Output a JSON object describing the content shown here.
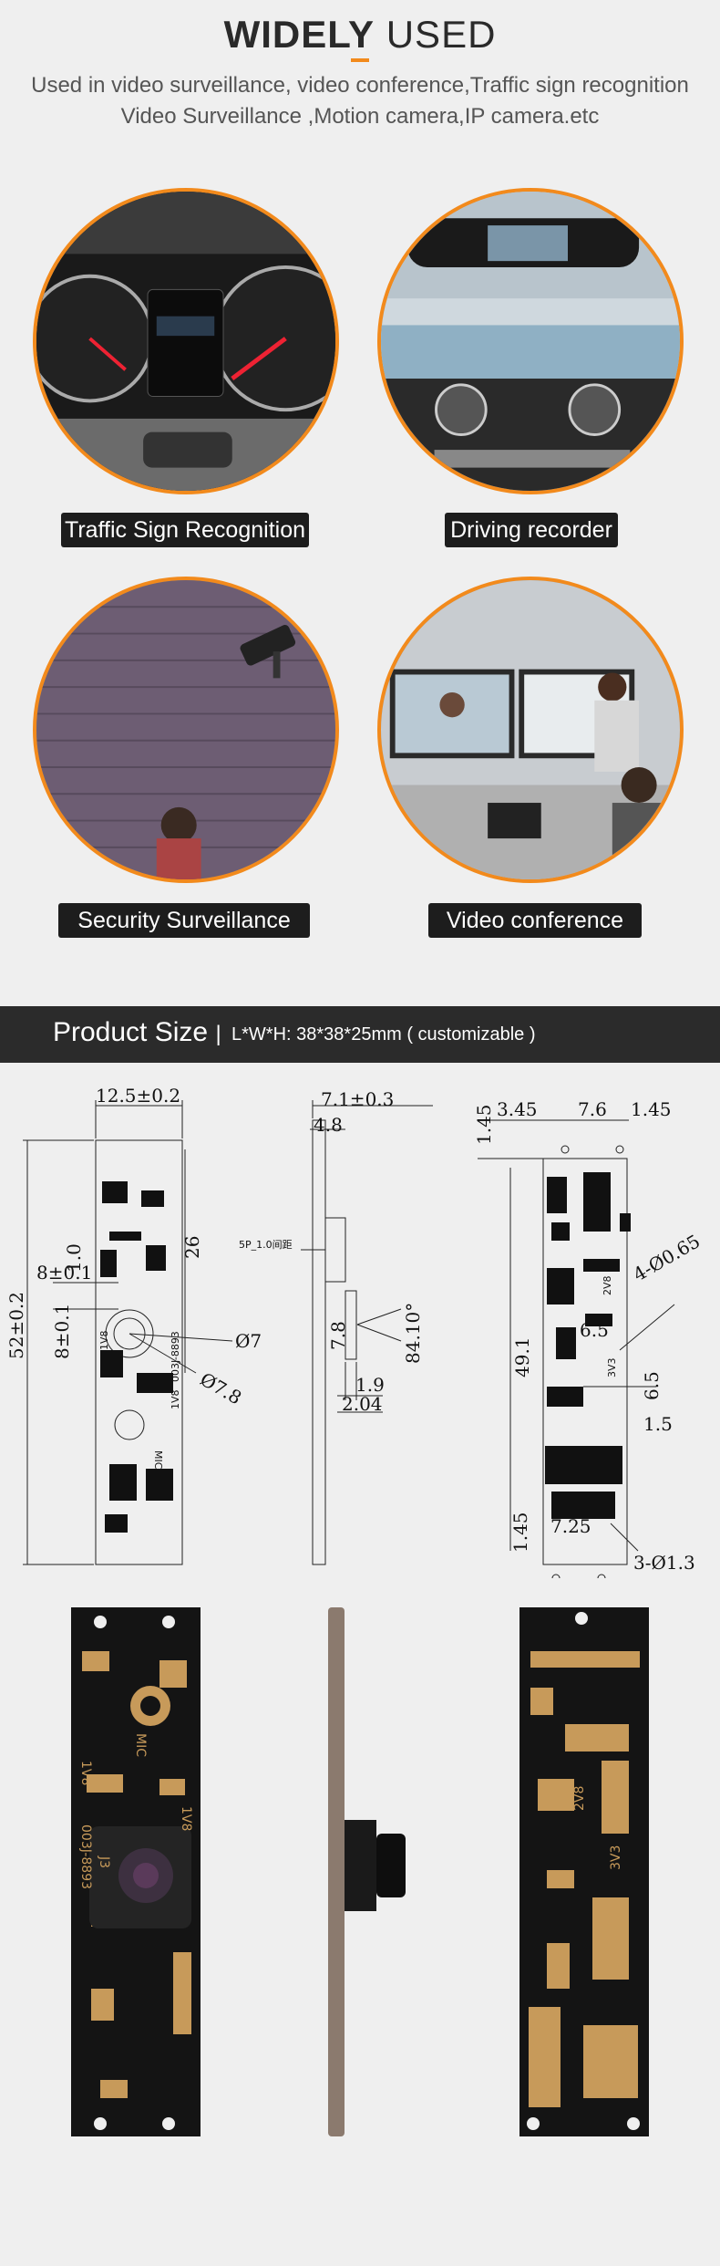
{
  "header": {
    "title_bold": "WIDELY",
    "title_light": "USED",
    "line1": "Used in video surveillance, video conference,Traffic sign recognition",
    "line2": "Video Surveillance ,Motion camera,IP camera.etc"
  },
  "applications": [
    {
      "label": "Traffic Sign Recognition",
      "icon": "dashboard-photo"
    },
    {
      "label": "Driving recorder",
      "icon": "mirror-recorder-photo"
    },
    {
      "label": "Security Surveillance",
      "icon": "security-camera-photo"
    },
    {
      "label": "Video conference",
      "icon": "meeting-room-photo"
    }
  ],
  "product_size": {
    "title": "Product Size",
    "separator": "|",
    "dims_label": "L*W*H:",
    "dims_value": "38*38*25mm ( customizable )"
  },
  "drawing": {
    "front": {
      "top_dim": "12.5±0.2",
      "left_dim": "52±0.2",
      "d1": "26",
      "d2": "1.0",
      "d3": "8±0.1",
      "d4": "8±0.1",
      "d5": "Ø7",
      "d6": "Ø7.8",
      "pcb_text1": "1V8",
      "pcb_text2": "003J-8893",
      "pcb_text3": "1V8",
      "pcb_text4": "MIC"
    },
    "side": {
      "d1": "7.1±0.3",
      "d2": "4.8",
      "conn": "5P_1.0间距",
      "d3": "7.8",
      "d4": "84.10°",
      "d5": "1.9",
      "d6": "2.04"
    },
    "back": {
      "d1": "1.45",
      "d2": "3.45",
      "d3": "7.6",
      "d4": "1.45",
      "d5": "4-Ø0.65",
      "d6": "6.5",
      "d7": "6.5",
      "d8": "49.1",
      "d9": "1.5",
      "d10": "1.45",
      "d11": "7.25",
      "d12": "3-Ø1.3",
      "pcb_text1": "2V8",
      "pcb_text2": "3V3"
    }
  },
  "photos": {
    "front_text1": "MIC",
    "front_text2": "1V8",
    "front_text3": "1V8",
    "front_text4": "003J-8893",
    "front_text5": "J3",
    "back_text1": "2V8",
    "back_text2": "3V3"
  },
  "colors": {
    "accent": "#f28a1c",
    "label_bg": "#1d1d1d",
    "band_bg": "#2b2b2b",
    "pcb": "#141414",
    "gold": "#c79a5a"
  }
}
